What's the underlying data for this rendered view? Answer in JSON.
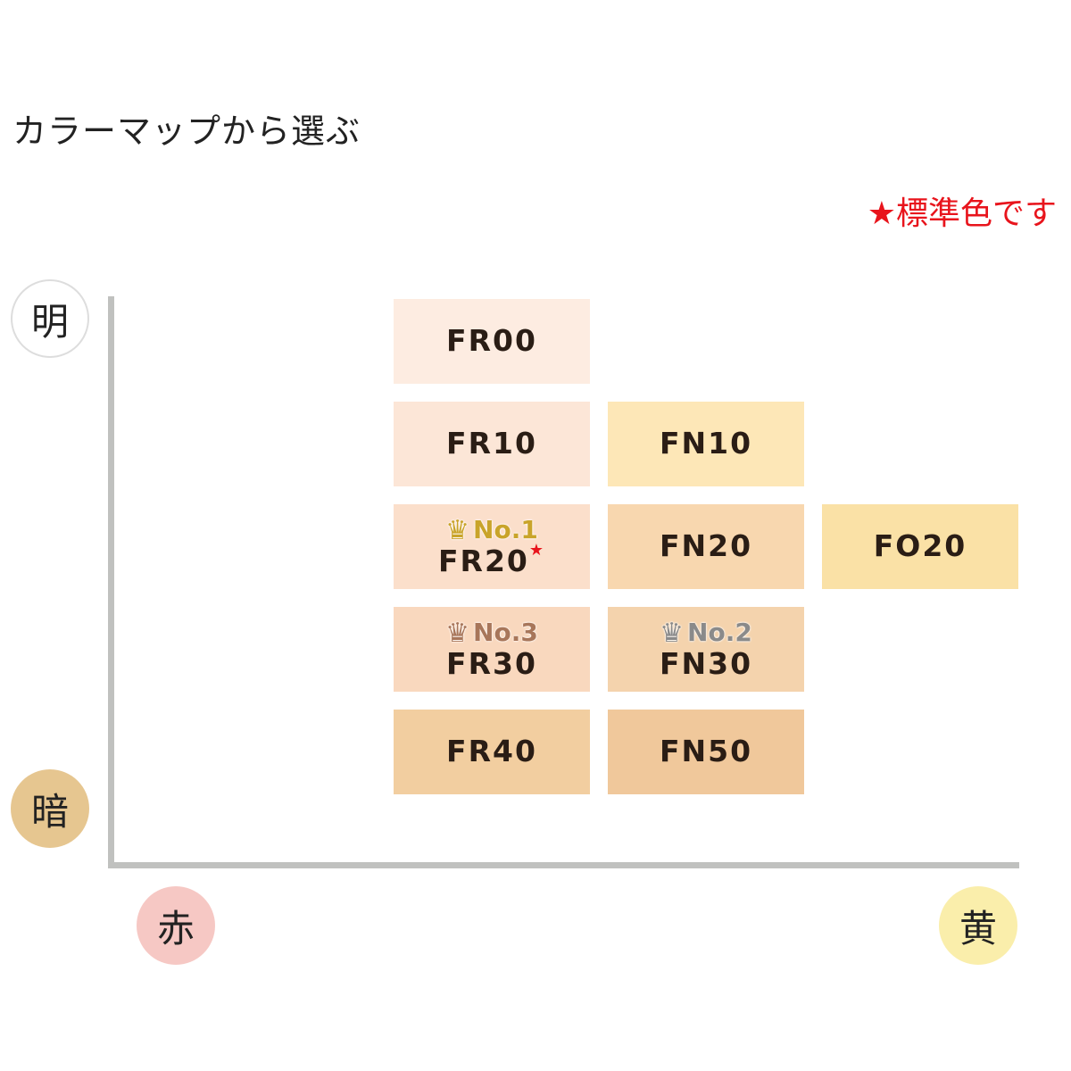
{
  "title": "カラーマップから選ぶ",
  "note": "★標準色です",
  "axes": {
    "bright": "明",
    "dark": "暗",
    "red": "赤",
    "yellow": "黄"
  },
  "colors": {
    "axis": "#c0c1bf",
    "note": "#e8141c",
    "gold": "#c9a42a",
    "silver": "#8a8a8a",
    "bronze": "#a8765a"
  },
  "swatches": [
    {
      "code": "FR00",
      "color": "#fdece1"
    },
    {
      "code": "FR10",
      "color": "#fce6d7"
    },
    {
      "code": "FN10",
      "color": "#fde7b7"
    },
    {
      "code": "FR20",
      "color": "#fbdfcb",
      "rank": "No.1",
      "standard": "★"
    },
    {
      "code": "FN20",
      "color": "#f8d7af"
    },
    {
      "code": "FO20",
      "color": "#fae1a6"
    },
    {
      "code": "FR30",
      "color": "#f9d8be",
      "rank": "No.3"
    },
    {
      "code": "FN30",
      "color": "#f4d3ad",
      "rank": "No.2"
    },
    {
      "code": "FR40",
      "color": "#f2cea0"
    },
    {
      "code": "FN50",
      "color": "#f0c89b"
    }
  ]
}
